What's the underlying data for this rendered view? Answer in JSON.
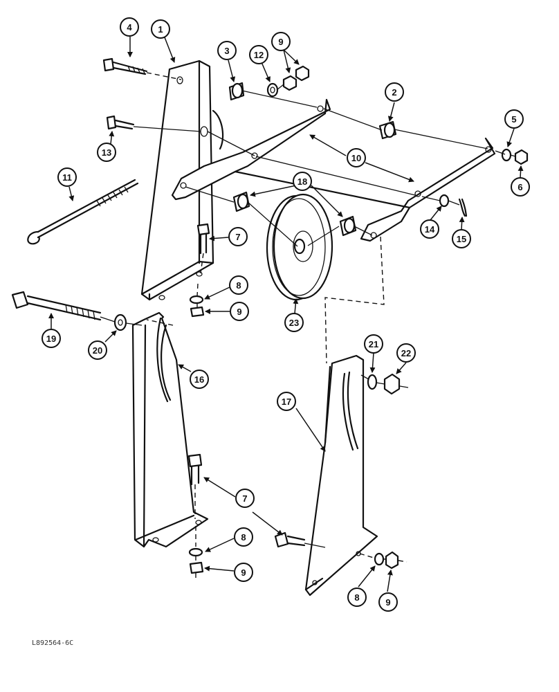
{
  "callouts": {
    "c1": "1",
    "c2": "2",
    "c3": "3",
    "c4": "4",
    "c5": "5",
    "c6": "6",
    "c7a": "7",
    "c7b": "7",
    "c8a": "8",
    "c8b": "8",
    "c8c": "8",
    "c9a": "9",
    "c9b": "9",
    "c9c": "9",
    "c9d": "9",
    "c10": "10",
    "c11": "11",
    "c12": "12",
    "c13": "13",
    "c14": "14",
    "c15": "15",
    "c16": "16",
    "c17": "17",
    "c18": "18",
    "c19": "19",
    "c20": "20",
    "c21": "21",
    "c22": "22",
    "c23": "23"
  },
  "drawing_code": "L892564-6C"
}
